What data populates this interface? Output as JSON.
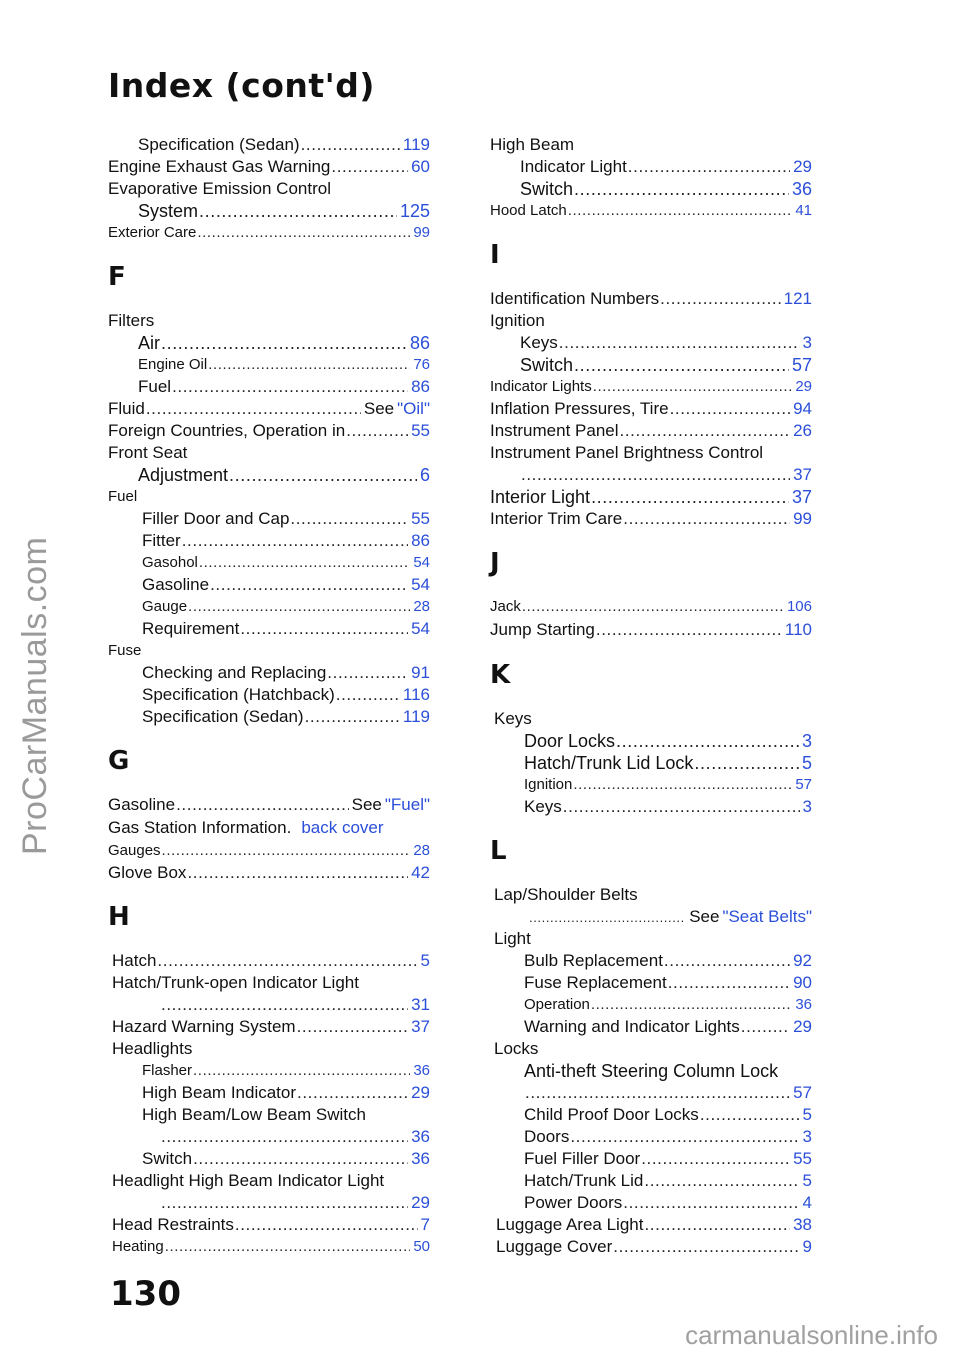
{
  "page": {
    "title": "Index (cont'd)",
    "page_number": "130",
    "watermark": "ProCarManuals.com",
    "footer_watermark": "carmanualsonline.info",
    "see": "See"
  },
  "left": {
    "e1": {
      "term": "Specification (Sedan)",
      "page": "119"
    },
    "e2": {
      "term": "Engine Exhaust Gas Warning",
      "page": "60"
    },
    "e3": {
      "term": "Evaporative Emission Control"
    },
    "e4": {
      "term": "System",
      "page": "125"
    },
    "e5": {
      "term": "Exterior Care",
      "page": "99"
    },
    "letter_f": "F",
    "f1": {
      "term": "Filters"
    },
    "f2": {
      "term": "Air",
      "page": "86"
    },
    "f3": {
      "term": "Engine Oil",
      "page": "76"
    },
    "f4": {
      "term": "Fuel",
      "page": "86"
    },
    "f5": {
      "term": "Fluid",
      "ref": "\"Oil\""
    },
    "f6": {
      "term": "Foreign Countries, Operation in",
      "page": "55"
    },
    "f7": {
      "term": "Front Seat"
    },
    "f8": {
      "term": "Adjustment",
      "page": "6"
    },
    "f9": {
      "term": "Fuel"
    },
    "f10": {
      "term": "Filler Door and Cap",
      "page": "55"
    },
    "f11": {
      "term": "Fitter",
      "page": "86"
    },
    "f12": {
      "term": "Gasohol",
      "page": "54"
    },
    "f13": {
      "term": "Gasoline",
      "page": "54"
    },
    "f14": {
      "term": "Gauge",
      "page": "28"
    },
    "f15": {
      "term": "Requirement",
      "page": "54"
    },
    "f16": {
      "term": "Fuse"
    },
    "f17": {
      "term": "Checking and Replacing",
      "page": "91"
    },
    "f18": {
      "term": "Specification (Hatchback)",
      "page": "116"
    },
    "f19": {
      "term": "Specification (Sedan)",
      "page": "119"
    },
    "letter_g": "G",
    "g1": {
      "term": "Gasoline",
      "ref": "\"Fuel\""
    },
    "g2": {
      "term": "Gas Station Information.",
      "page": "back cover"
    },
    "g3": {
      "term": "Gauges",
      "page": "28"
    },
    "g4": {
      "term": "Glove Box",
      "page": "42"
    },
    "letter_h": "H",
    "h1": {
      "term": "Hatch",
      "page": "5"
    },
    "h2": {
      "term": "Hatch/Trunk-open Indicator Light"
    },
    "h3": {
      "page": "31"
    },
    "h4": {
      "term": "Hazard Warning System",
      "page": "37"
    },
    "h5": {
      "term": "Headlights"
    },
    "h6": {
      "term": "Flasher",
      "page": "36"
    },
    "h7": {
      "term": "High Beam Indicator",
      "page": "29"
    },
    "h8": {
      "term": "High Beam/Low Beam Switch"
    },
    "h9": {
      "page": "36"
    },
    "h10": {
      "term": "Switch",
      "page": "36"
    },
    "h11": {
      "term": "Headlight High Beam Indicator Light"
    },
    "h12": {
      "page": "29"
    },
    "h13": {
      "term": "Head Restraints",
      "page": "7"
    },
    "h14": {
      "term": "Heating",
      "page": "50"
    }
  },
  "right": {
    "hb1": {
      "term": "High Beam"
    },
    "hb2": {
      "term": "Indicator Light",
      "page": "29"
    },
    "hb3": {
      "term": "Switch",
      "page": "36"
    },
    "hb4": {
      "term": "Hood Latch",
      "page": "41"
    },
    "letter_i": "I",
    "i1": {
      "term": "Identification Numbers",
      "page": "121"
    },
    "i2": {
      "term": "Ignition"
    },
    "i3": {
      "term": "Keys",
      "page": "3"
    },
    "i4": {
      "term": "Switch",
      "page": "57"
    },
    "i5": {
      "term": "Indicator Lights",
      "page": "29"
    },
    "i6": {
      "term": "Inflation Pressures, Tire",
      "page": "94"
    },
    "i7": {
      "term": "Instrument Panel",
      "page": "26"
    },
    "i8": {
      "term": "Instrument Panel Brightness Control"
    },
    "i9": {
      "page": "37"
    },
    "i10": {
      "term": "Interior Light",
      "page": "37"
    },
    "i11": {
      "term": "Interior Trim Care",
      "page": "99"
    },
    "letter_j": "J",
    "j1": {
      "term": "Jack",
      "page": "106"
    },
    "j2": {
      "term": "Jump Starting",
      "page": "110"
    },
    "letter_k": "K",
    "k1": {
      "term": "Keys"
    },
    "k2": {
      "term": "Door Locks",
      "page": "3"
    },
    "k3": {
      "term": "Hatch/Trunk Lid Lock",
      "page": "5"
    },
    "k4": {
      "term": "Ignition",
      "page": "57"
    },
    "k5": {
      "term": "Keys",
      "page": "3"
    },
    "letter_l": "L",
    "l1": {
      "term": "Lap/Shoulder Belts"
    },
    "l2": {
      "ref": "\"Seat Belts\""
    },
    "l3": {
      "term": "Light"
    },
    "l4": {
      "term": "Bulb Replacement",
      "page": "92"
    },
    "l5": {
      "term": "Fuse Replacement",
      "page": "90"
    },
    "l6": {
      "term": "Operation",
      "page": "36"
    },
    "l7": {
      "term": "Warning and Indicator Lights",
      "page": "29"
    },
    "l8": {
      "term": "Locks"
    },
    "l9": {
      "term": "Anti-theft Steering Column Lock"
    },
    "l10": {
      "page": "57"
    },
    "l11": {
      "term": "Child Proof Door Locks",
      "page": "5"
    },
    "l12": {
      "term": "Doors",
      "page": "3"
    },
    "l13": {
      "term": "Fuel Filler Door",
      "page": "55"
    },
    "l14": {
      "term": "Hatch/Trunk Lid",
      "page": "5"
    },
    "l15": {
      "term": "Power Doors",
      "page": "4"
    },
    "l16": {
      "term": "Luggage Area Light",
      "page": "38"
    },
    "l17": {
      "term": "Luggage Cover",
      "page": "9"
    }
  }
}
